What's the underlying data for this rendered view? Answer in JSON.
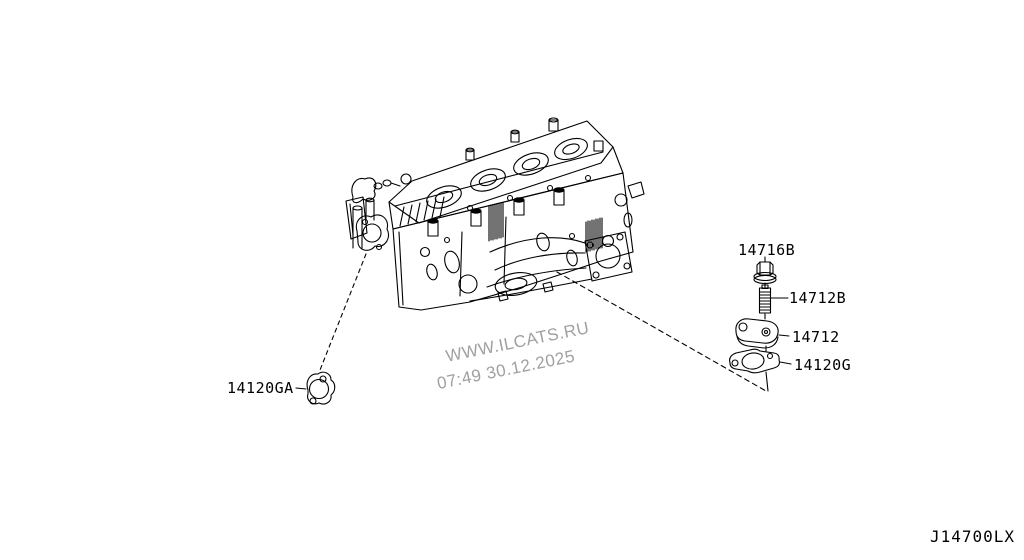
{
  "canvas": {
    "background": "#ffffff",
    "line_color": "#000000"
  },
  "watermark": {
    "line1": "WWW.ILCATS.RU",
    "line2": "07:49 30.12.2025",
    "color": "#a0a0a0"
  },
  "callouts": {
    "nut": "14716B",
    "stud": "14712B",
    "plate": "14712",
    "gasket_right": "14120G",
    "gasket_left": "14120GA"
  },
  "footer": {
    "diagram_code": "J14700LX"
  }
}
